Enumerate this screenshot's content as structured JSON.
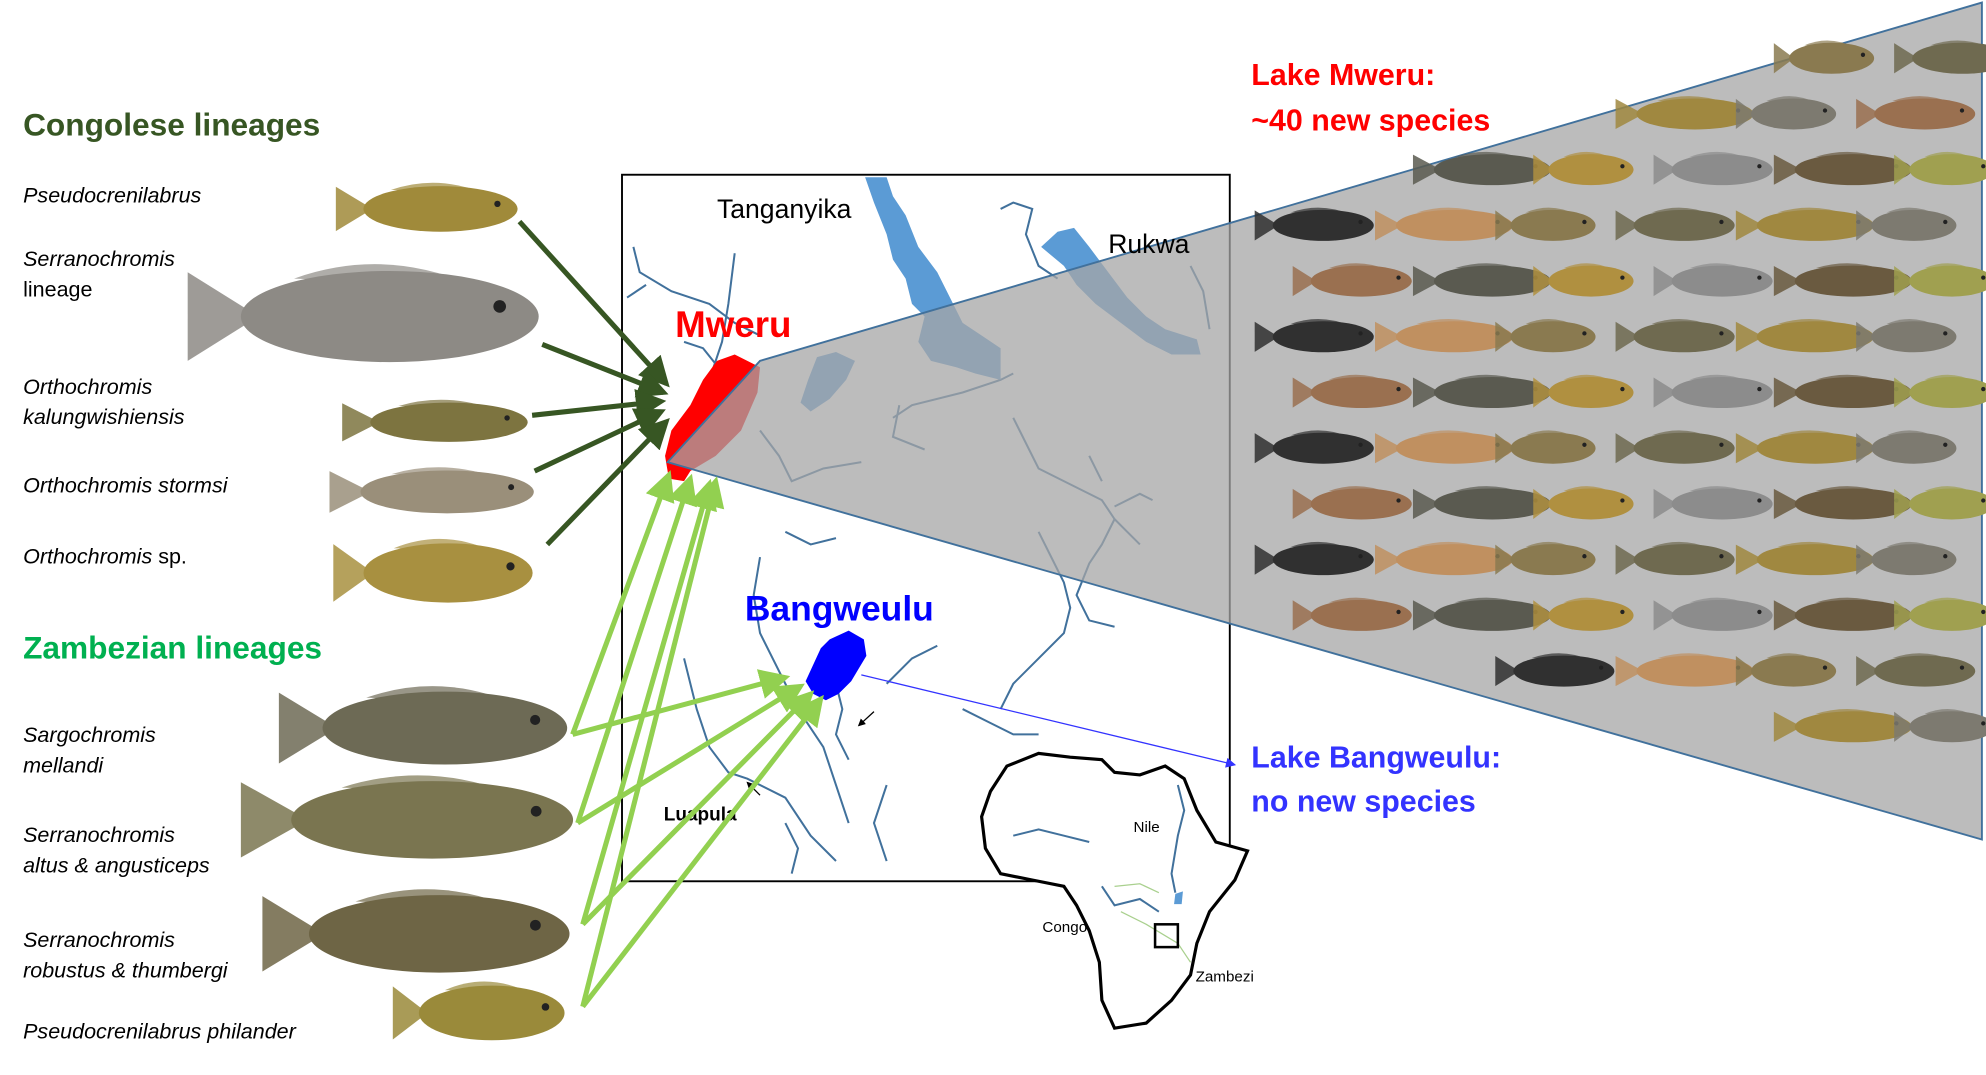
{
  "congolese": {
    "heading": "Congolese lineages",
    "species": [
      {
        "line1": "Pseudocrenilabrus",
        "line2": ""
      },
      {
        "line1": "Serranochromis",
        "line2": "lineage"
      },
      {
        "line1": "Orthochromis",
        "line2": "kalungwishiensis"
      },
      {
        "line1": "Orthochromis stormsi",
        "line2": ""
      },
      {
        "line1": "Orthochromis",
        "line2": " sp."
      }
    ]
  },
  "zambezian": {
    "heading": "Zambezian lineages",
    "species": [
      {
        "line1": "Sargochromis",
        "line2": "mellandi"
      },
      {
        "line1": "Serranochromis",
        "line2": "altus & angusticeps"
      },
      {
        "line1": "Serranochromis",
        "line2": "robustus & thumbergi"
      },
      {
        "line1": "Pseudocrenilabrus philander",
        "line2": ""
      }
    ]
  },
  "map": {
    "lakes": {
      "tanganyika": "Tanganyika",
      "rukwa": "Rukwa",
      "mweru": "Mweru",
      "bangweulu": "Bangweulu"
    },
    "river": "Luapula",
    "inset": {
      "nile": "Nile",
      "congo": "Congo",
      "zambezi": "Zambezi"
    }
  },
  "callouts": {
    "mweru": {
      "line1": "Lake Mweru:",
      "line2": "~40 new species"
    },
    "bangweulu": {
      "line1": "Lake Bangweulu:",
      "line2": "no new species"
    }
  },
  "colors": {
    "congolese": "#375623",
    "zambezian": "#00b050",
    "zambezian_arrow": "#92d050",
    "mweru": "#ff0000",
    "bangweulu": "#0000ff",
    "bangweulu_callout": "#3333ff",
    "lake_water": "#5b9bd5"
  }
}
